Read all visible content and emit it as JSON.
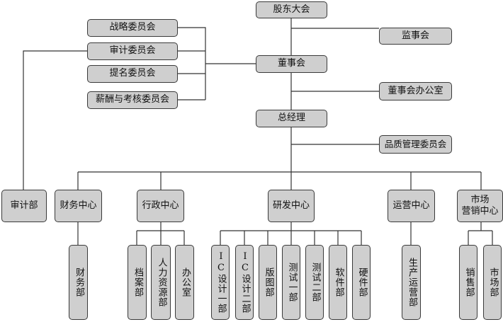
{
  "colors": {
    "node_fill": "#cfcfcf",
    "node_border": "#3a3a3a",
    "line": "#333333"
  },
  "top": {
    "shareholders": "股东大会",
    "supervisors": "监事会",
    "board": "董事会",
    "board_office": "董事会办公室",
    "gm": "总经理",
    "quality_committee": "品质管理委员会"
  },
  "committees": [
    "战略委员会",
    "审计委员会",
    "提名委员会",
    "薪酬与考核委员会"
  ],
  "departments": {
    "audit": "审计部",
    "finance": "财务中心",
    "admin": "行政中心",
    "rnd": "研发中心",
    "ops": "运营中心",
    "market": "市场\n营销中心"
  },
  "sub_units": {
    "finance": [
      "财务部"
    ],
    "admin": [
      "档案部",
      "人力资源部",
      "办公室"
    ],
    "rnd": [
      "IC设计一部",
      "IC设计二部",
      "版图部",
      "测试一部",
      "测试二部",
      "软件部",
      "硬件部"
    ],
    "ops": [
      "生产运营部"
    ],
    "market": [
      "销售部",
      "市场部"
    ]
  }
}
